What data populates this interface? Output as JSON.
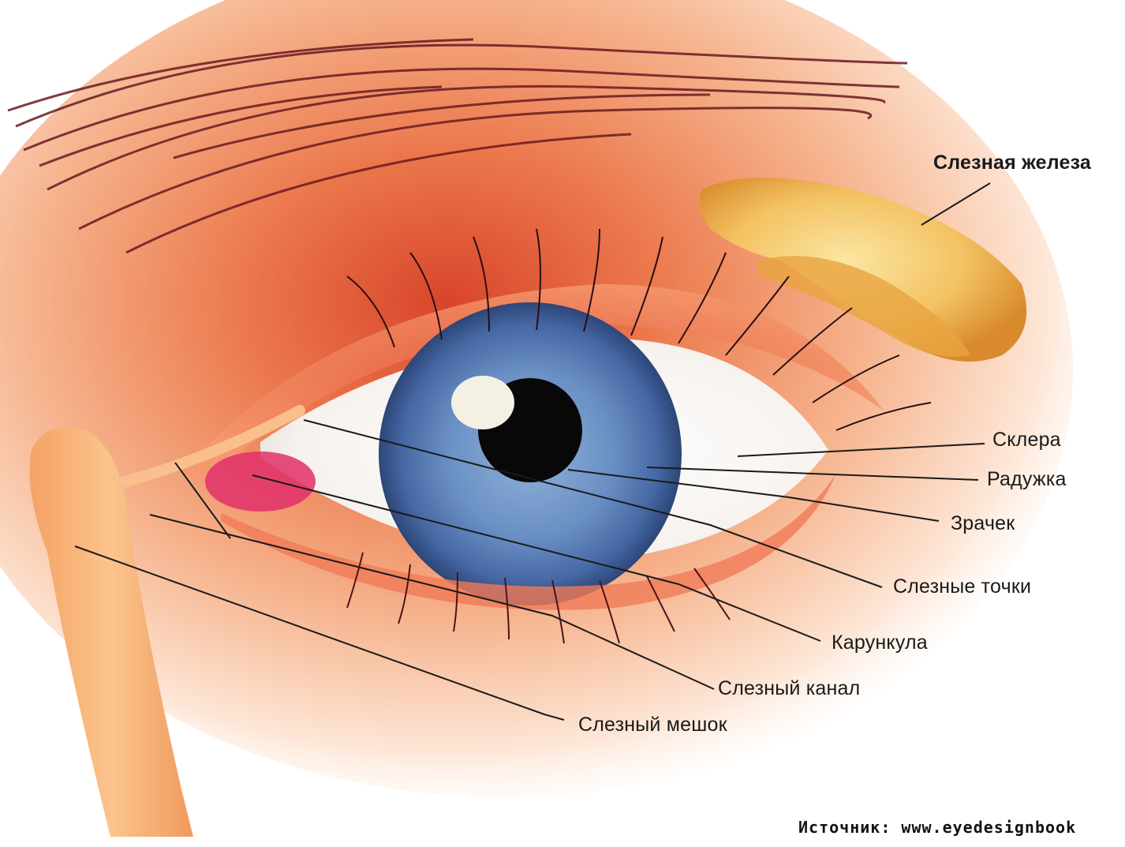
{
  "labels": {
    "lacrimal_gland": "Слезная железа",
    "sclera": "Склера",
    "iris": "Радужка",
    "pupil": "Зрачек",
    "lacrimal_points": "Слезные точки",
    "caruncle": "Карункула",
    "lacrimal_canal": "Слезный канал",
    "lacrimal_sac": "Слезный мешок"
  },
  "source": "Источник: www.eyedesignbook",
  "colors": {
    "skin": "#f08a5a",
    "skin_light": "#f7c9a8",
    "iris": "#5d82b8",
    "gland": "#f2b24a",
    "caruncle": "#e0306a",
    "leader_line": "#1a1a1a"
  }
}
